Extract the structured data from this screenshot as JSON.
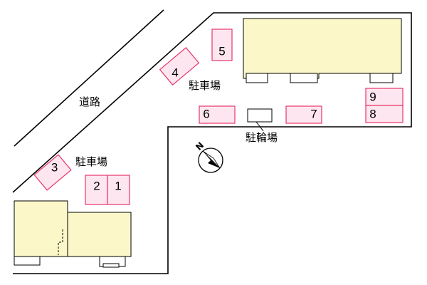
{
  "labels": {
    "road": "道路",
    "parking_north": "駐車場",
    "parking_south": "駐車場",
    "bicycle_parking": "駐輪場",
    "north_mark": "N"
  },
  "parking_spaces": [
    "1",
    "2",
    "3",
    "4",
    "5",
    "6",
    "7",
    "8",
    "9"
  ],
  "colors": {
    "parking_fill": "#fde6ef",
    "parking_stroke": "#e8356c",
    "building_fill": "#fbf7c8",
    "line": "#000000"
  }
}
